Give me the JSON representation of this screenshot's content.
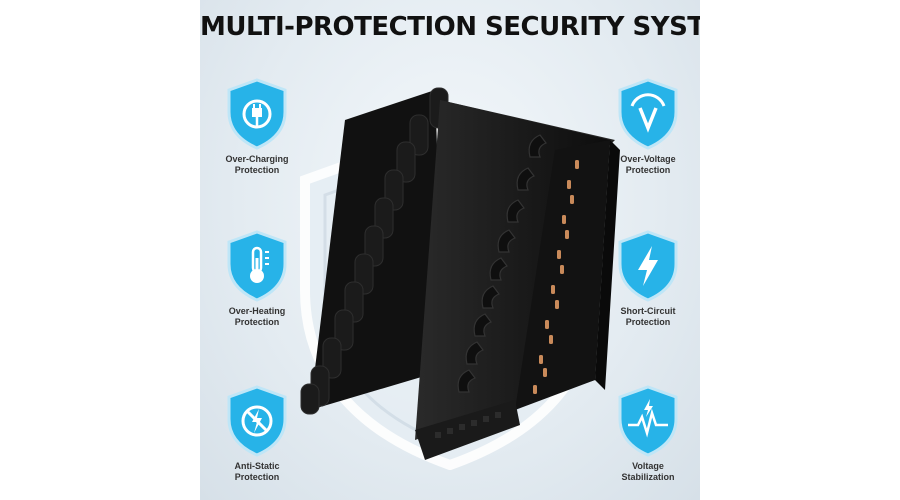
{
  "title": "MULTI-PROTECTION SECURITY SYSTEM",
  "colors": {
    "accent": "#27b3e8",
    "accent_dark": "#1a8fd0",
    "device": "#151515",
    "port": "#c98a5a"
  },
  "features": [
    {
      "line1": "Over-Charging",
      "line2": "Protection",
      "icon": "plug-icon"
    },
    {
      "line1": "Over-Voltage",
      "line2": "Protection",
      "icon": "voltage-gauge-icon"
    },
    {
      "line1": "Over-Heating",
      "line2": "Protection",
      "icon": "thermometer-icon"
    },
    {
      "line1": "Short-Circuit",
      "line2": "Protection",
      "icon": "lightning-bolt-icon"
    },
    {
      "line1": "Anti-Static",
      "line2": "Protection",
      "icon": "no-static-icon"
    },
    {
      "line1": "Voltage",
      "line2": "Stabilization",
      "icon": "voltage-wave-icon"
    }
  ]
}
